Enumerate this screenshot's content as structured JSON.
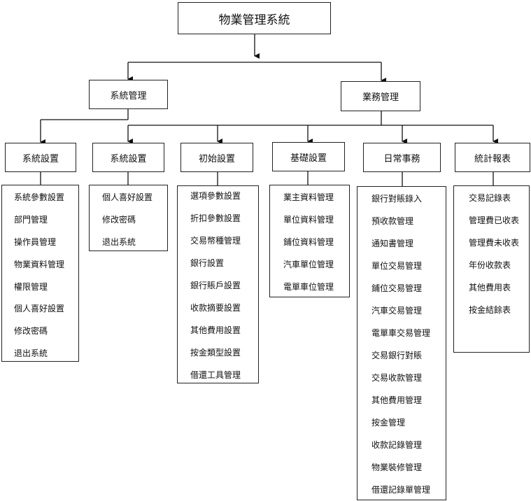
{
  "root": {
    "label": "物業管理系統"
  },
  "level1": [
    {
      "label": "系統管理"
    },
    {
      "label": "業務管理"
    }
  ],
  "modules": [
    {
      "label": "系統設置",
      "items": [
        "系統參數設置",
        "部門管理",
        "操作員管理",
        "物業資料管理",
        "權限管理",
        "個人喜好設置",
        "修改密碼",
        "退出系統"
      ]
    },
    {
      "label": "系統設置",
      "items": [
        "個人喜好設置",
        "修改密碼",
        "退出系統"
      ]
    },
    {
      "label": "初始設置",
      "items": [
        "選項參數設置",
        "折扣參數設置",
        "交易幣種管理",
        "銀行設置",
        "銀行賬戶設置",
        "收款摘要設置",
        "其他費用設置",
        "按金類型設置",
        "借還工具管理"
      ]
    },
    {
      "label": "基礎設置",
      "items": [
        "業主資料管理",
        "單位資料管理",
        "鋪位資料管理",
        "汽車單位管理",
        "電單車位管理"
      ]
    },
    {
      "label": "日常事務",
      "items": [
        "銀行對賬錄入",
        "預收款管理",
        "通知書管理",
        "單位交易管理",
        "鋪位交易管理",
        "汽車交易管理",
        "電單車交易管理",
        "交易銀行對賬",
        "交易收款管理",
        "其他費用管理",
        "按金管理",
        "收款記錄管理",
        "物業裝修管理",
        "借還記錄單管理"
      ]
    },
    {
      "label": "統計報表",
      "items": [
        "交易記錄表",
        "管理費已收表",
        "管理費未收表",
        "年份收款表",
        "其他費用表",
        "按金結餘表"
      ]
    }
  ]
}
